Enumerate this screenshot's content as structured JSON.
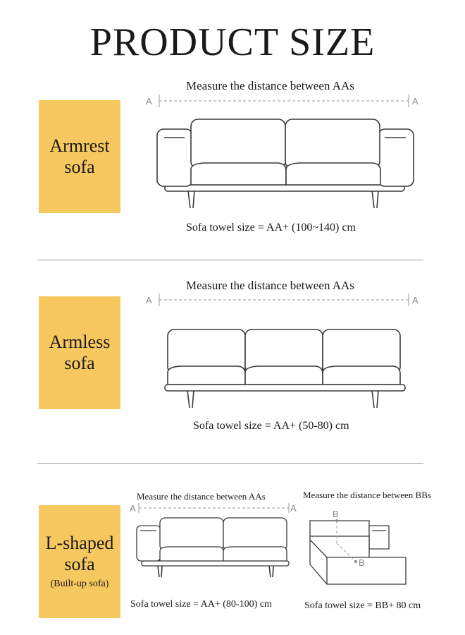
{
  "title": "PRODUCT SIZE",
  "sections": [
    {
      "tag_line1": "Armrest",
      "tag_line2": "sofa",
      "measure": "Measure the distance between AAs",
      "size": "Sofa towel size = AA+ (100~140) cm",
      "marker": "A"
    },
    {
      "tag_line1": "Armless",
      "tag_line2": "sofa",
      "measure": "Measure the distance between AAs",
      "size": "Sofa towel size = AA+ (50-80) cm",
      "marker": "A"
    },
    {
      "tag_line1": "L-shaped",
      "tag_line2": "sofa",
      "tag_sub": "(Built-up sofa)",
      "measure_a": "Measure the distance between AAs",
      "measure_b": "Measure the distance between BBs",
      "size_a": "Sofa towel size = AA+ (80-100) cm",
      "size_b": "Sofa towel size = BB+ 80 cm",
      "marker_a": "A",
      "marker_b": "B"
    }
  ],
  "colors": {
    "tag": "#f6c85f",
    "line": "#3a3a3a",
    "divider": "#9a9a9a"
  }
}
